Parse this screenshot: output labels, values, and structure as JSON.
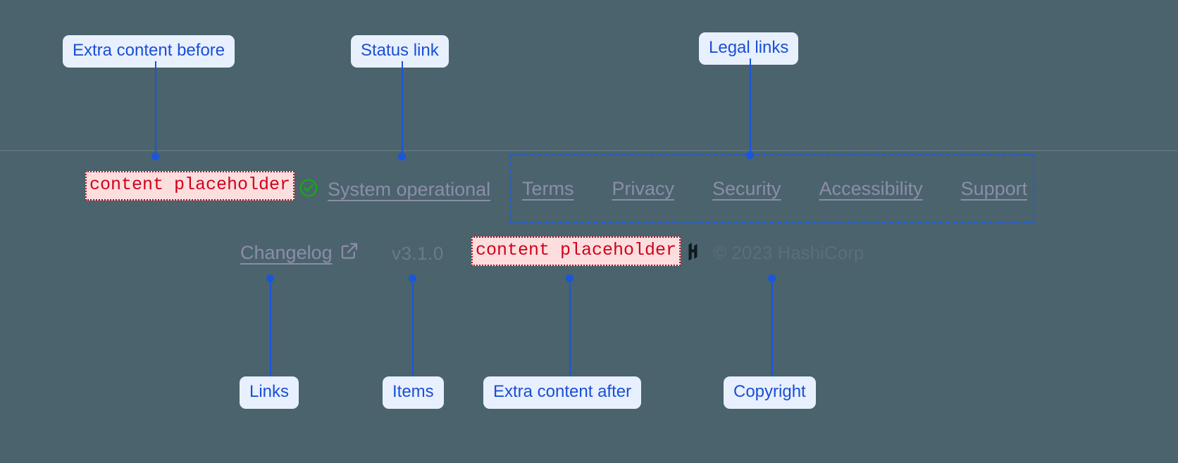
{
  "theme": {
    "background": "#4a636d",
    "divider": "rgba(255,255,255,0.10)",
    "annotation_accent": "#1a56db",
    "annotation_label_bg": "#e8f0fe",
    "annotation_label_text": "#1a4fd6",
    "placeholder_text": "#d0021b",
    "placeholder_bg": "#fcdede",
    "link_text": "#8d8da8",
    "status_ok": "#1aa51a"
  },
  "footer": {
    "extra_content_before": "content placeholder",
    "extra_content_after": "content placeholder",
    "status": {
      "icon": "check-circle-icon",
      "label": "System operational"
    },
    "legal_links": [
      {
        "label": "Terms"
      },
      {
        "label": "Privacy"
      },
      {
        "label": "Security"
      },
      {
        "label": "Accessibility"
      },
      {
        "label": "Support"
      }
    ],
    "changelog": {
      "label": "Changelog",
      "icon": "external-link-icon"
    },
    "version": "v3.1.0",
    "copyright": {
      "logo": "hashicorp-logo-icon",
      "text": "© 2023 HashiCorp"
    }
  },
  "annotations": [
    {
      "id": "extra-before",
      "label": "Extra content before"
    },
    {
      "id": "status-link",
      "label": "Status link"
    },
    {
      "id": "legal-links",
      "label": "Legal links"
    },
    {
      "id": "links",
      "label": "Links"
    },
    {
      "id": "items",
      "label": "Items"
    },
    {
      "id": "extra-after",
      "label": "Extra content after"
    },
    {
      "id": "copyright",
      "label": "Copyright"
    }
  ]
}
